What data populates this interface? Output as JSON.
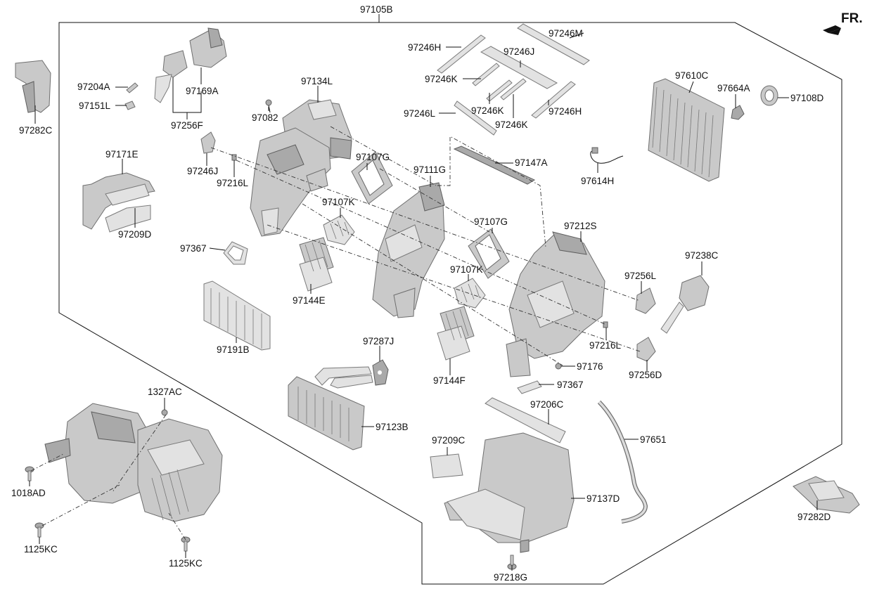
{
  "labels": {
    "97105B": "97105B",
    "FR": "FR.",
    "97282C": "97282C",
    "97204A": "97204A",
    "97151L": "97151L",
    "97169A": "97169A",
    "97256F": "97256F",
    "97134L": "97134L",
    "97082": "97082",
    "97246J_left": "97246J",
    "97216L_left": "97216L",
    "97171E": "97171E",
    "97209D": "97209D",
    "97367_left": "97367",
    "97246H_top": "97246H",
    "97246M": "97246M",
    "97246J_top": "97246J",
    "97246K_a": "97246K",
    "97246K_b": "97246K",
    "97246K_c": "97246K",
    "97246L": "97246L",
    "97246H_right": "97246H",
    "97610C": "97610C",
    "97664A": "97664A",
    "97108D": "97108D",
    "97107G_a": "97107G",
    "97111G": "97111G",
    "97147A": "97147A",
    "97614H": "97614H",
    "97107K_a": "97107K",
    "97107G_b": "97107G",
    "97212S": "97212S",
    "97238C": "97238C",
    "97107K_b": "97107K",
    "97256L": "97256L",
    "97144E": "97144E",
    "97191B": "97191B",
    "97287J": "97287J",
    "97216L_right": "97216L",
    "97176": "97176",
    "97256D": "97256D",
    "97144F": "97144F",
    "97367_right": "97367",
    "1327AC": "1327AC",
    "97206C": "97206C",
    "97123B": "97123B",
    "97651": "97651",
    "97209C": "97209C",
    "1018AD": "1018AD",
    "97137D": "97137D",
    "97282D": "97282D",
    "1125KC_a": "1125KC",
    "1125KC_b": "1125KC",
    "97218G": "97218G"
  }
}
